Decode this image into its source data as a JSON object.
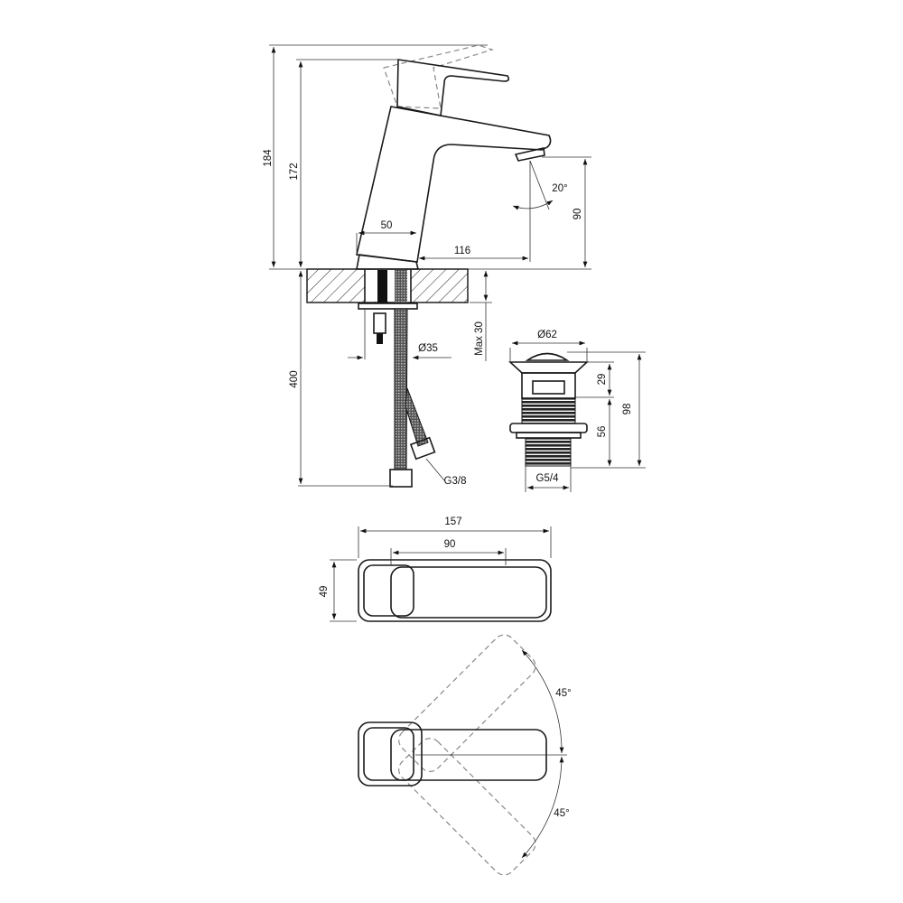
{
  "title": "Basin faucet technical drawing",
  "side_view": {
    "dim_total_height": "184",
    "dim_body_height": "172",
    "dim_base_width": "50",
    "dim_spout_reach": "116",
    "dim_spout_height": "90",
    "dim_spout_angle": "20°",
    "dim_counter_max": "Max 30",
    "dim_hole": "Ø35",
    "dim_hose_length": "400",
    "hose_thread": "G3/8"
  },
  "drain": {
    "dim_diameter": "Ø62",
    "dim_upper": "29",
    "dim_lower": "56",
    "dim_total": "98",
    "thread": "G5/4"
  },
  "top_view": {
    "dim_length": "157",
    "dim_lever": "90",
    "dim_width": "49"
  },
  "rotation_view": {
    "angle_up": "45°",
    "angle_down": "45°"
  }
}
